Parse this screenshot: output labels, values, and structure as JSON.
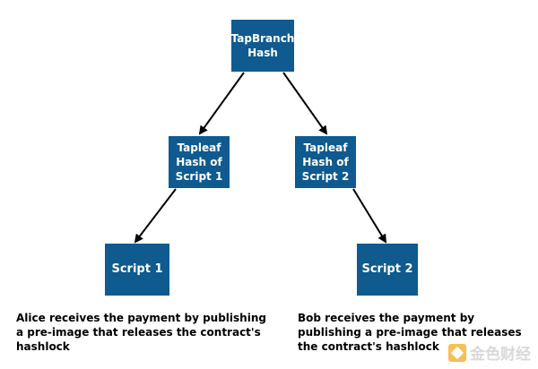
{
  "nodes": {
    "root": "TapBranch\nHash",
    "tapleaf_1": "Tapleaf\nHash of\nScript 1",
    "tapleaf_2": "Tapleaf\nHash of\nScript 2",
    "script_1": "Script 1",
    "script_2": "Script 2"
  },
  "captions": {
    "alice": "Alice receives the payment by publishing\na pre-image that releases the contract's\nhashlock",
    "bob": "Bob receives the payment by\npublishing a pre-image that releases\nthe contract's hashlock"
  },
  "colors": {
    "node_fill": "#0f5a8f",
    "node_text": "#ffffff",
    "arrow": "#000000"
  },
  "watermark": {
    "text": "金色财经"
  }
}
